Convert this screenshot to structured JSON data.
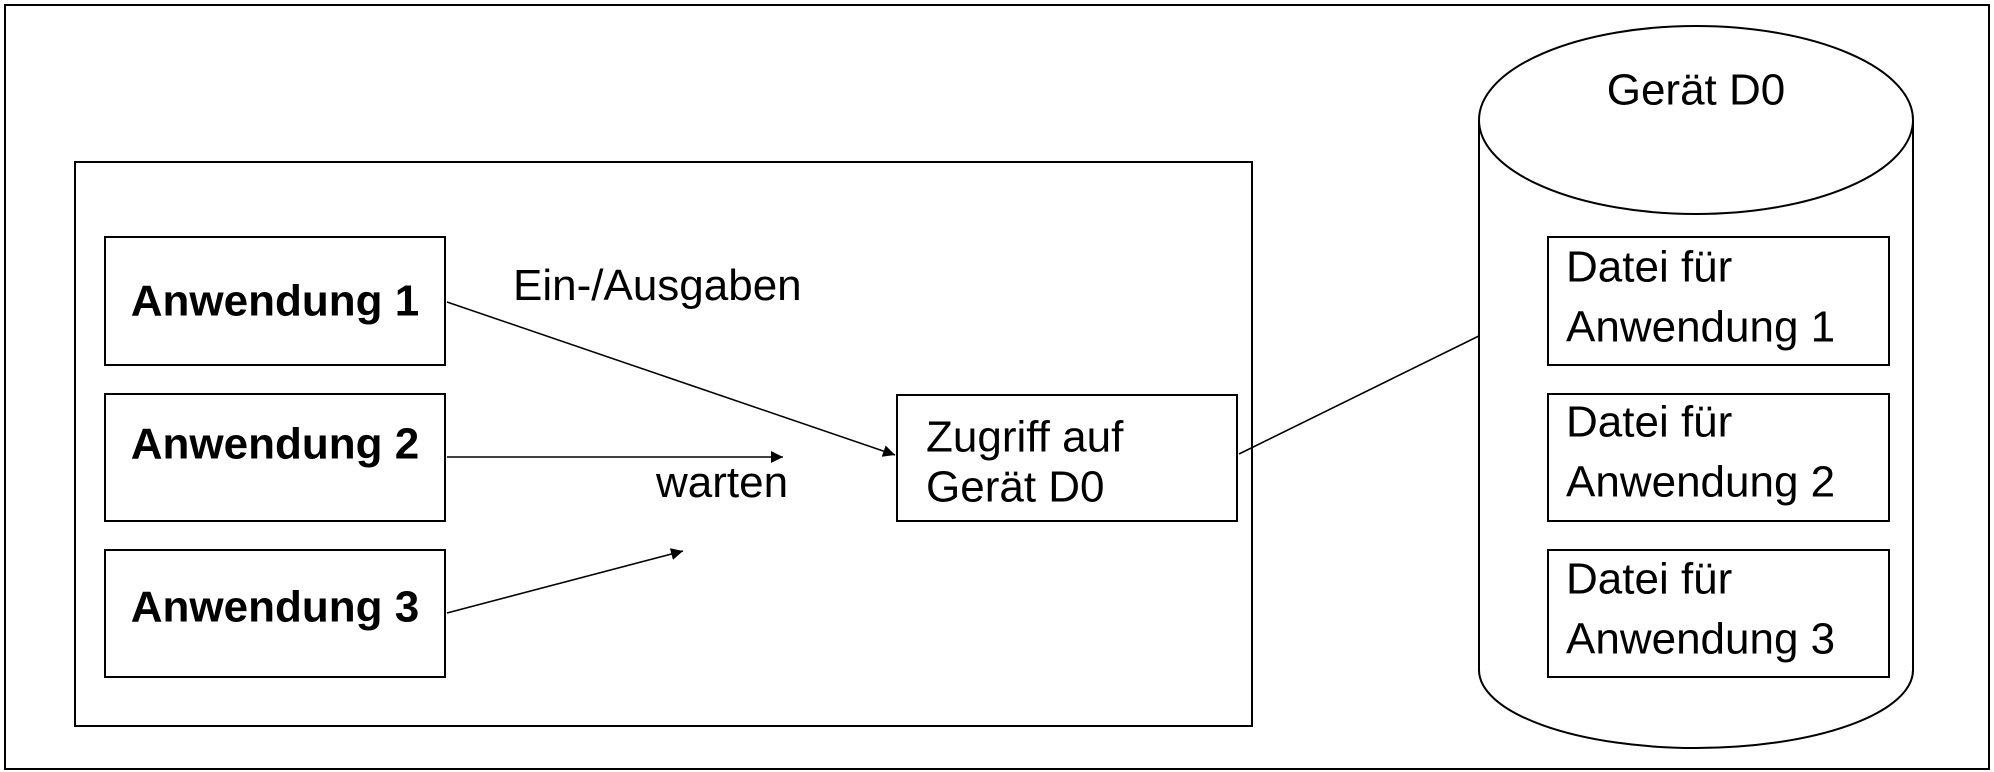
{
  "applications": [
    {
      "label": "Anwendung 1"
    },
    {
      "label": "Anwendung 2"
    },
    {
      "label": "Anwendung 3"
    }
  ],
  "edge_labels": {
    "io": "Ein-/Ausgaben",
    "wait": "warten"
  },
  "access": {
    "line1": "Zugriff auf",
    "line2": "Gerät D0"
  },
  "device": {
    "title": "Gerät D0",
    "files": [
      {
        "line1": "Datei für",
        "line2": "Anwendung 1"
      },
      {
        "line1": "Datei für",
        "line2": "Anwendung 2"
      },
      {
        "line1": "Datei für",
        "line2": "Anwendung 3"
      }
    ]
  }
}
